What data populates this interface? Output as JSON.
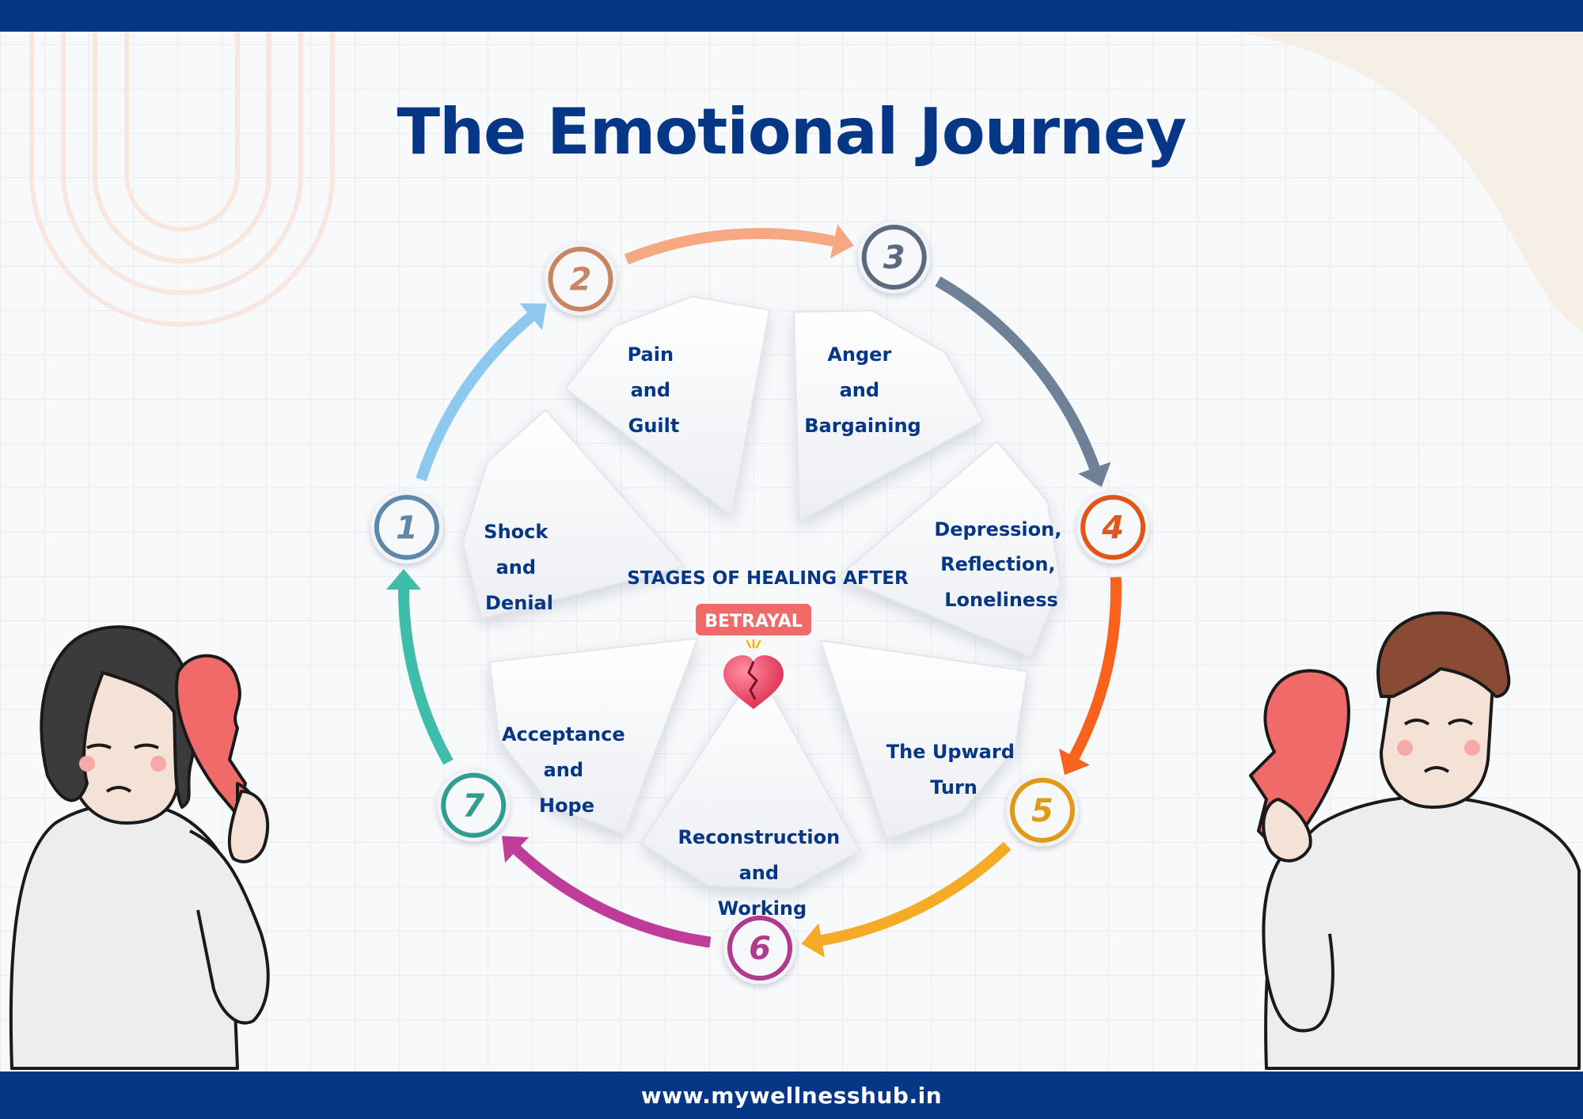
{
  "title": "The Emotional Journey",
  "center": {
    "heading": "STAGES OF HEALING AFTER",
    "badge": "BETRAYAL",
    "icon": "broken-heart-icon"
  },
  "stages": [
    {
      "number": "1",
      "lines": [
        "Shock",
        "and",
        "Denial"
      ],
      "color": "#8cc8f0",
      "ring": "#5f88a8"
    },
    {
      "number": "2",
      "lines": [
        "Pain",
        "and",
        "Guilt"
      ],
      "color": "#f5a882",
      "ring": "#c98463"
    },
    {
      "number": "3",
      "lines": [
        "Anger",
        "and",
        "Bargaining"
      ],
      "color": "#6f8196",
      "ring": "#5a6b80"
    },
    {
      "number": "4",
      "lines": [
        "Depression,",
        "Reflection,",
        "Loneliness"
      ],
      "color": "#f8621c",
      "ring": "#e0561a"
    },
    {
      "number": "5",
      "lines": [
        "The Upward",
        "Turn"
      ],
      "color": "#f6ab26",
      "ring": "#e09a18"
    },
    {
      "number": "6",
      "lines": [
        "Reconstruction",
        "and",
        "Working"
      ],
      "color": "#c03c99",
      "ring": "#b03a8c"
    },
    {
      "number": "7",
      "lines": [
        "Acceptance",
        "and",
        "Hope"
      ],
      "color": "#3dbdaa",
      "ring": "#2f9e8f"
    }
  ],
  "footer": {
    "url": "www.mywellnesshub.in"
  },
  "colors": {
    "brand": "#063786",
    "badge": "#f06a6a",
    "heart": "#f06a6a"
  }
}
